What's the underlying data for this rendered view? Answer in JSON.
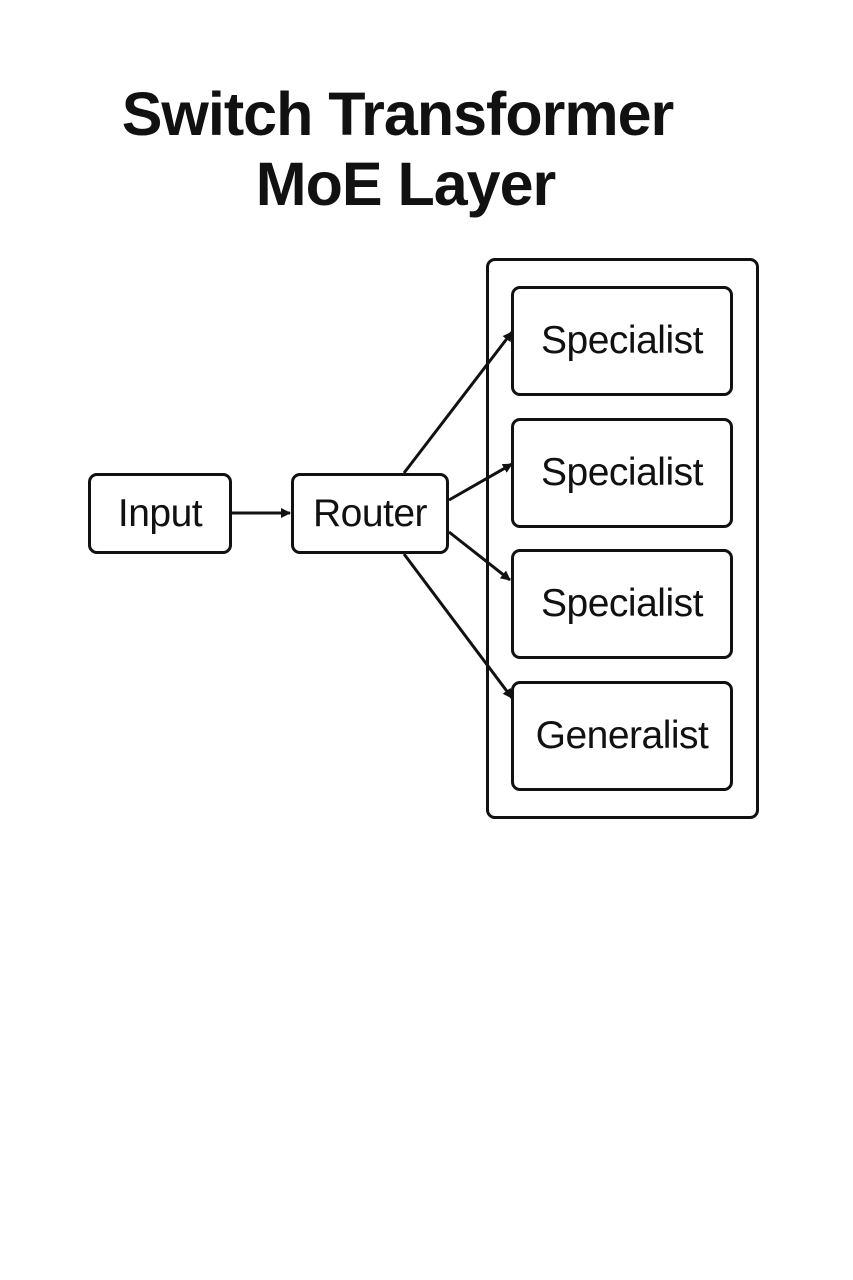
{
  "title": {
    "line1": "Switch Transformer",
    "line2": "MoE Layer"
  },
  "nodes": {
    "input": "Input",
    "router": "Router",
    "experts": [
      "Specialist",
      "Specialist",
      "Specialist",
      "Generalist"
    ]
  },
  "colors": {
    "stroke": "#111111",
    "background": "#ffffff"
  }
}
